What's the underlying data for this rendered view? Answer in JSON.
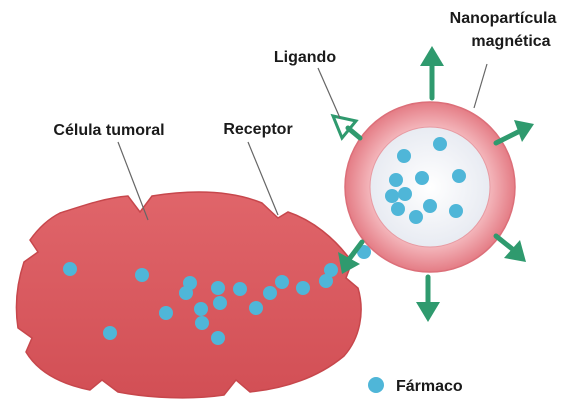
{
  "labels": {
    "nanoparticle_line1": "Nanopartícula",
    "nanoparticle_line2": "magnética",
    "ligand": "Ligando",
    "tumor_cell": "Célula tumoral",
    "receptor": "Receptor",
    "drug": "Fármaco"
  },
  "colors": {
    "cell_fill": "#d9585c",
    "cell_edge": "#c7474c",
    "particle_ring": "#e8868e",
    "particle_ring_edge": "#d96a73",
    "particle_core": "#eef0f5",
    "drug_dot": "#4fb6d8",
    "ligand_arrow": "#2f9a6e",
    "leader_line": "#666666"
  },
  "icons": {
    "ligand_marker": "ligand-arrow-icon",
    "drug_marker": "drug-dot-icon"
  }
}
